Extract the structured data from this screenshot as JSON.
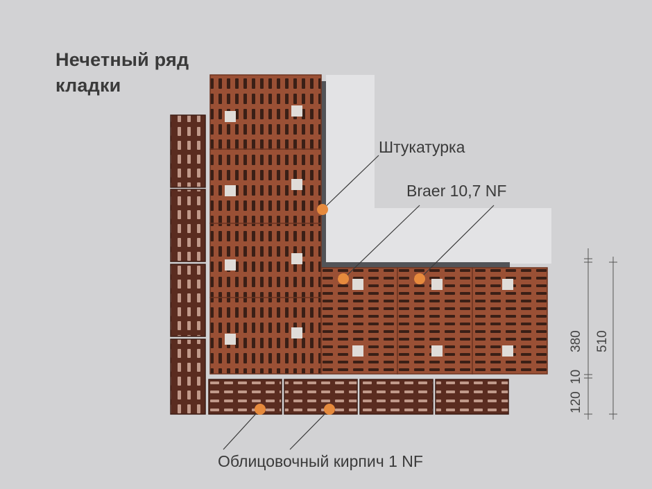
{
  "title": {
    "line1": "Нечетный ряд",
    "line2": "кладки"
  },
  "labels": {
    "plaster": "Штукатурка",
    "block": "Braer 10,7 NF",
    "facing": "Облицовочный кирпич 1 NF"
  },
  "dimensions": {
    "d380": "380",
    "d10": "10",
    "d120": "120",
    "d510": "510"
  },
  "colors": {
    "background": "#d2d2d4",
    "wall_shadow": "#e3e3e5",
    "block": "#9a5035",
    "block_dark": "#3a1f16",
    "facing_brick": "#5a2c20",
    "plaster": "#525357",
    "marker": "#e68a3d",
    "text": "#3a3a3a"
  }
}
